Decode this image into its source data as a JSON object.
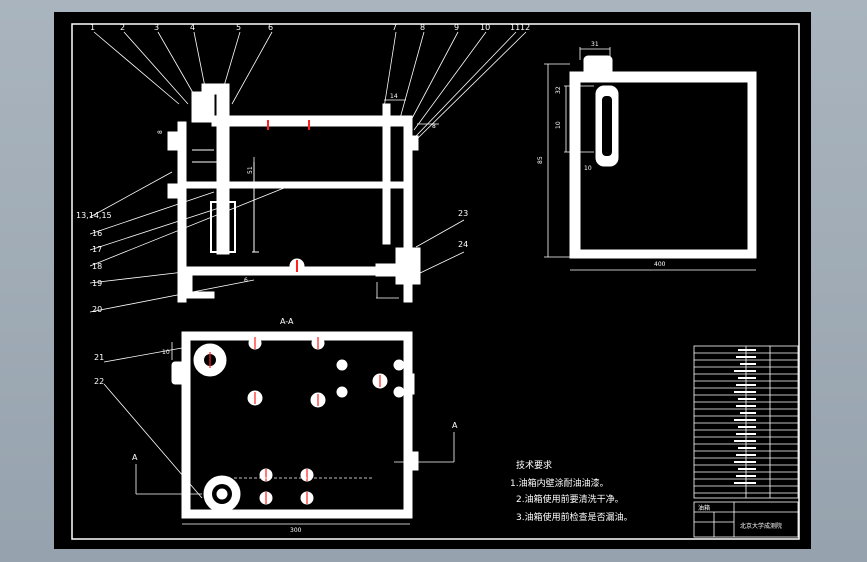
{
  "part_numbers": [
    "1",
    "2",
    "3",
    "4",
    "5",
    "6",
    "7",
    "8",
    "9",
    "10",
    "11",
    "12",
    "13,14,15",
    "16",
    "17",
    "18",
    "19",
    "20",
    "21",
    "22",
    "23",
    "24"
  ],
  "section_label": "A-A",
  "section_marks": [
    "A",
    "A"
  ],
  "dims": {
    "front_top": "14",
    "front_right": "8",
    "front_left": "8",
    "front_mid": "51",
    "front_bottom": "6",
    "side_top": "31",
    "side_a": "32",
    "side_b": "10",
    "side_c": "85",
    "side_d": "10",
    "side_width": "400",
    "plan_width": "300",
    "plan_left": "10"
  },
  "tech_req": {
    "title": "技术要求",
    "lines": [
      "1.油箱内壁涂耐油油漆。",
      "2.油箱使用前要清洗干净。",
      "3.油箱使用前检查是否漏油。"
    ]
  },
  "title_block": {
    "label": "油箱",
    "university": "北京大学成测院"
  },
  "colors": {
    "background": "#000000",
    "line": "#ffffff",
    "frame_outer": "#9aa5b0"
  }
}
